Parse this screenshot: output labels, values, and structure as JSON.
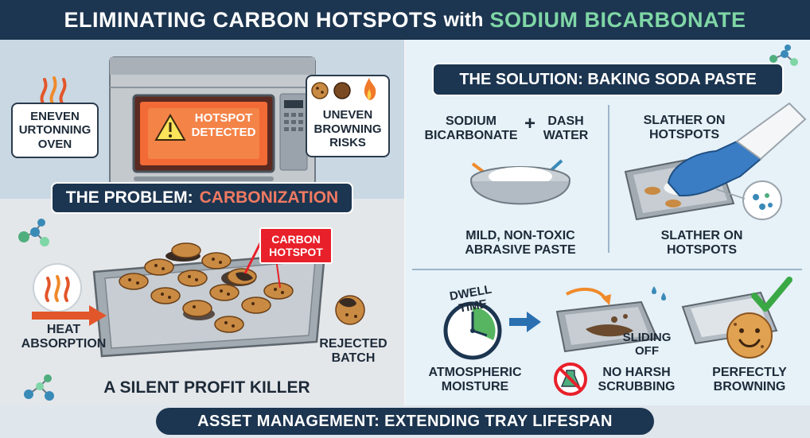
{
  "title": {
    "part1": "ELIMINATING CARBON HOTSPOTS",
    "part2": "with",
    "part3": "SODIUM BICARBONATE"
  },
  "problem": {
    "oven_label": [
      "ENEVEN",
      "URTONNING",
      "OVEN"
    ],
    "oven_display": [
      "HOTSPOT",
      "DETECTED"
    ],
    "browning_label": [
      "UNEVEN",
      "BROWNING",
      "RISKS"
    ],
    "header_prefix": "THE PROBLEM:",
    "header_highlight": "CARBONIZATION",
    "carbon_hotspot": [
      "CARBON",
      "HOTSPOT"
    ],
    "heat_label": [
      "HEAT",
      "ABSORPTION"
    ],
    "rejected_label": [
      "REJECTED",
      "BATCH"
    ],
    "tagline": "A SILENT PROFIT KILLER"
  },
  "solution": {
    "header": "THE SOLUTION: BAKING SODA PASTE",
    "ingredient1": [
      "SODIUM",
      "BICARBONATE"
    ],
    "plus": "+",
    "ingredient2": [
      "DASH",
      "WATER"
    ],
    "paste_label": [
      "MILD, NON-TOXIC",
      "ABRASIVE PASTE"
    ],
    "slather_top": [
      "SLATHER ON",
      "HOTSPOTS"
    ],
    "slather_bottom": [
      "SLATHER ON",
      "HOTSPOTS"
    ],
    "dwell_time": "DWELL TIME",
    "moisture_label": [
      "ATMOSPHERIC",
      "MOISTURE"
    ],
    "sliding_label": [
      "SLIDING",
      "OFF"
    ],
    "no_scrub_label": [
      "NO HARSH",
      "SCRUBBING"
    ],
    "perfect_label": [
      "PERFECTLY",
      "BROWNING"
    ]
  },
  "footer": "ASSET MANAGEMENT: EXTENDING TRAY LIFESPAN",
  "colors": {
    "navy": "#1c3550",
    "accent_green": "#7fd6a6",
    "hot_red": "#e8202a",
    "check_green": "#3aa845",
    "carbon_orange": "#f07a62"
  }
}
